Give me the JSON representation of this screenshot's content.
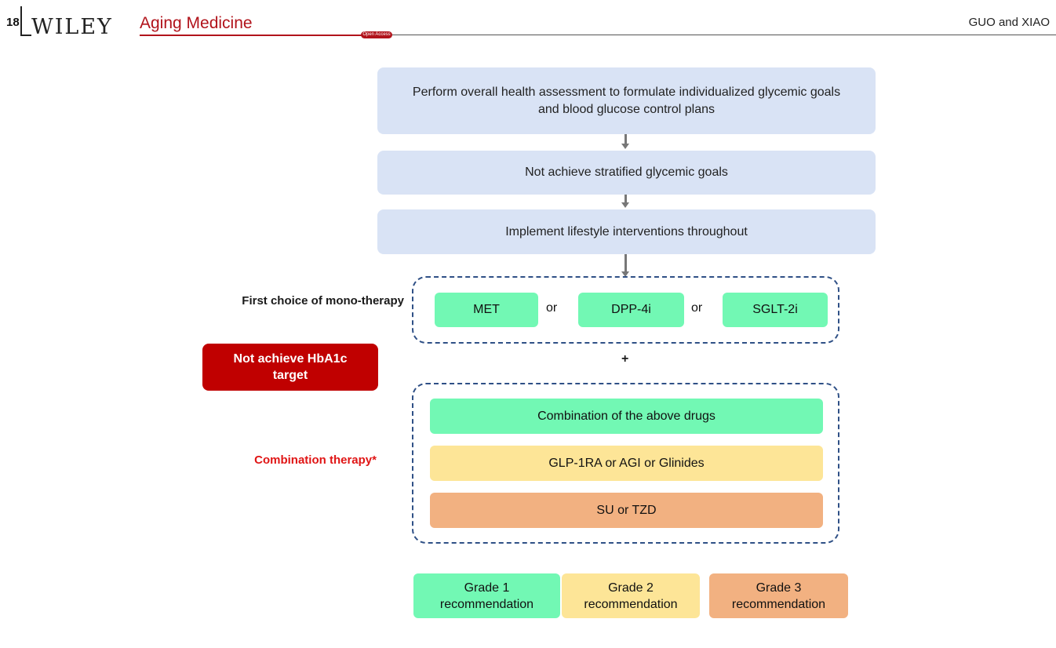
{
  "header": {
    "page_number": "18",
    "publisher": "WILEY",
    "journal": "Aging Medicine",
    "open_access": "Open Access",
    "authors": "GUO and XIAO"
  },
  "flow": {
    "step1": "Perform overall health assessment to formulate individualized glycemic goals and blood glucose control plans",
    "step2": "Not achieve stratified glycemic goals",
    "step3": "Implement lifestyle interventions throughout"
  },
  "mono_therapy": {
    "label": "First choice of  mono-therapy",
    "drugs": [
      "MET",
      "DPP-4i",
      "SGLT-2i"
    ],
    "connector": "or"
  },
  "plus": "+",
  "alert": "Not achieve HbA1c target",
  "combination": {
    "label": "Combination therapy*",
    "options": [
      "Combination of the above drugs",
      "GLP-1RA or AGI or Glinides",
      "SU or TZD"
    ]
  },
  "legend": [
    "Grade 1 recommendation",
    "Grade 2 recommendation",
    "Grade 3 recommendation"
  ],
  "colors": {
    "grade1": "#72f8b4",
    "grade2": "#fde597",
    "grade3": "#f2b181",
    "step_box": "#d9e3f5",
    "alert": "#c00000",
    "dashed_border": "#2f5086",
    "journal_red": "#b1131b"
  }
}
